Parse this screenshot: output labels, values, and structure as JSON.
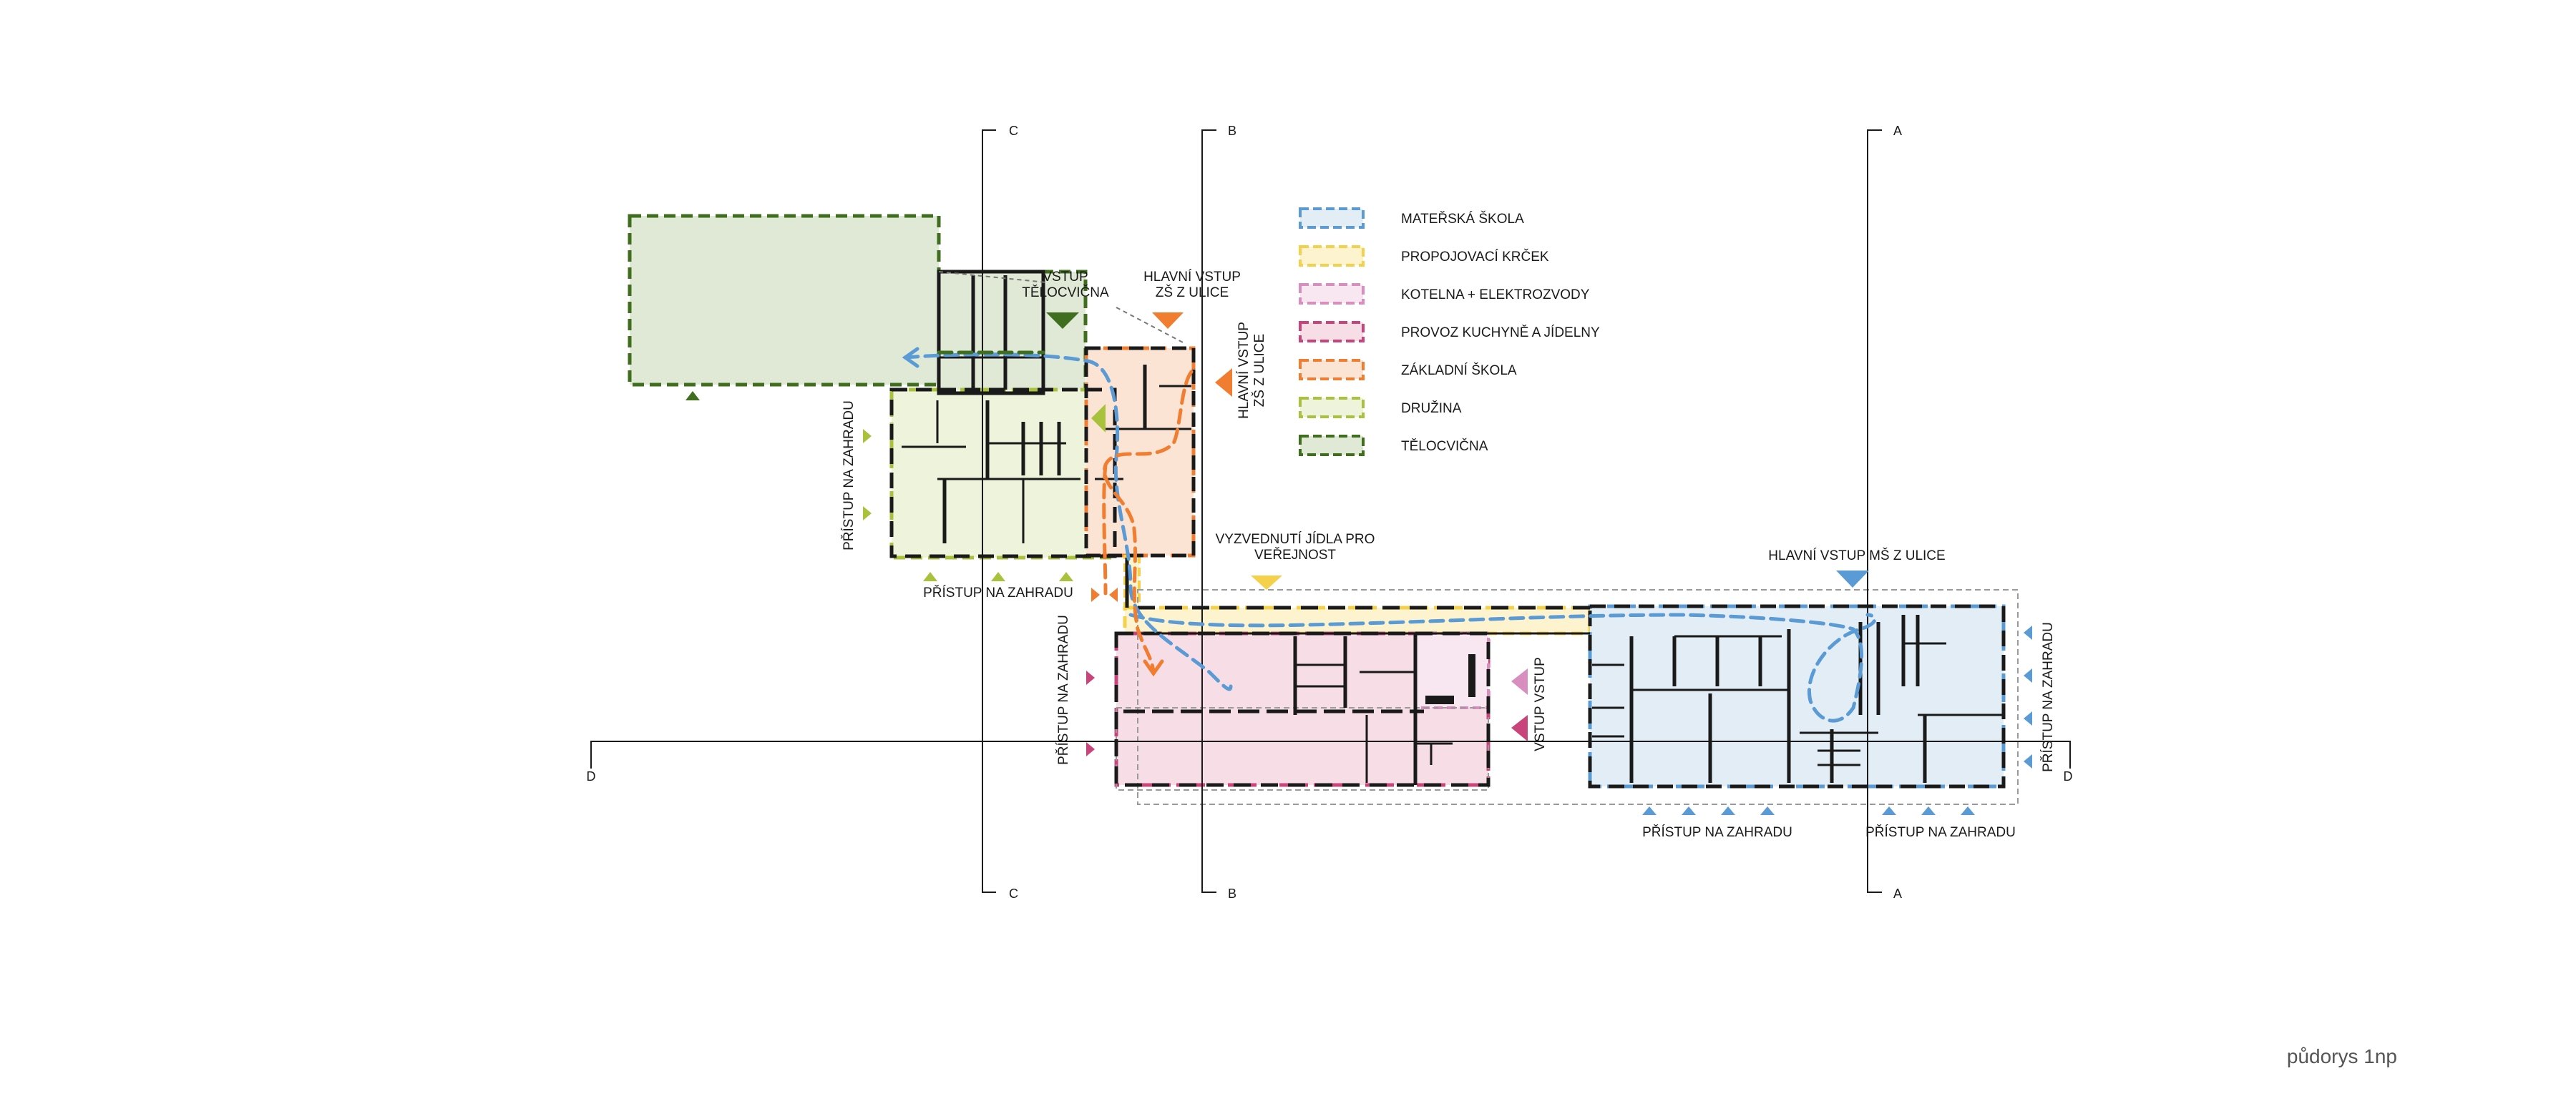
{
  "colors": {
    "materska_skola": "#5b9bd5",
    "propojovaci_krcek": "#f5d04a",
    "kotelna": "#d88fbf",
    "kuchyne": "#c8447a",
    "zakladni_skola": "#f07d30",
    "druzina": "#a9c23c",
    "telocvicna": "#3f6e1f"
  },
  "legend": [
    {
      "label": "MATEŘSKÁ ŠKOLA",
      "color_key": "materska_skola"
    },
    {
      "label": "PROPOJOVACÍ KRČEK",
      "color_key": "propojovaci_krcek"
    },
    {
      "label": "KOTELNA + ELEKTROZVODY",
      "color_key": "kotelna"
    },
    {
      "label": "PROVOZ KUCHYNĚ A JÍDELNY",
      "color_key": "kuchyne"
    },
    {
      "label": "ZÁKLADNÍ ŠKOLA",
      "color_key": "zakladni_skola"
    },
    {
      "label": "DRUŽINA",
      "color_key": "druzina"
    },
    {
      "label": "TĚLOCVIČNA",
      "color_key": "telocvicna"
    }
  ],
  "sections": {
    "a": "A",
    "b": "B",
    "c": "C",
    "d": "D"
  },
  "labels": {
    "vstup_telocvicna_1": "VSTUP",
    "vstup_telocvicna_2": "TĚLOCVIČNA",
    "hlavni_vstup_zs_top_1": "HLAVNÍ VSTUP",
    "hlavni_vstup_zs_top_2": "ZŠ Z ULICE",
    "hlavni_vstup_zs_side_1": "HLAVNÍ VSTUP",
    "hlavni_vstup_zs_side_2": "ZŠ Z ULICE",
    "vyzvednuti_1": "VYZVEDNUTÍ JÍDLA PRO",
    "vyzvednuti_2": "VEŘEJNOST",
    "hlavni_vstup_ms": "HLAVNÍ VSTUP MŠ Z ULICE",
    "vstup_vstup": "VSTUP VSTUP",
    "pristup_druzina_vert": "PŘÍSTUP NA ZAHRADU",
    "pristup_druzina_bottom": "PŘÍSTUP NA ZAHRADU",
    "pristup_kuchyne_vert": "PŘÍSTUP NA ZAHRADU",
    "pristup_ms_right_vert": "PŘÍSTUP NA ZAHRADU",
    "pristup_ms_bottom_left": "PŘÍSTUP NA ZAHRADU",
    "pristup_ms_bottom_right": "PŘÍSTUP NA ZAHRADU"
  },
  "caption": "půdorys 1np"
}
